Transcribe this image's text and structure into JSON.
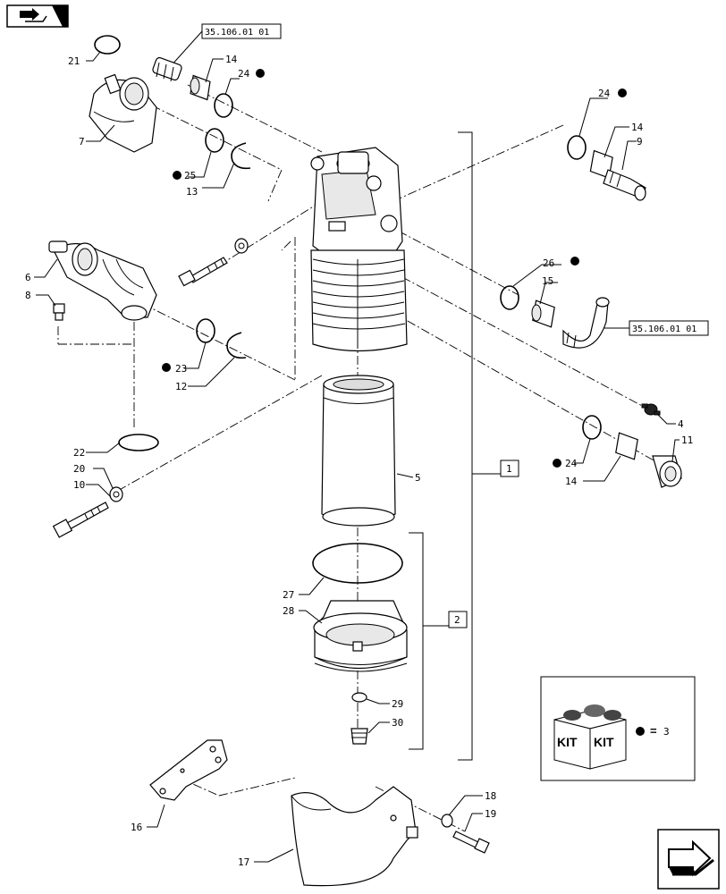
{
  "references": {
    "top_ref": "35.106.01 01",
    "right_ref": "35.106.01 01"
  },
  "kit": {
    "box_text_1": "KIT",
    "box_text_2": "KIT",
    "equals": "=",
    "qty": "3"
  },
  "group_labels": {
    "group_1": "1",
    "group_2": "2"
  },
  "callouts": {
    "c21": "21",
    "c14a": "14",
    "c24a": "24",
    "c7": "7",
    "c25": "25",
    "c13": "13",
    "c24b": "24",
    "c14b": "14",
    "c9": "9",
    "c6": "6",
    "c8": "8",
    "c26": "26",
    "c15": "15",
    "c23": "23",
    "c12": "12",
    "c4": "4",
    "c11": "11",
    "c24c": "24",
    "c14c": "14",
    "c22": "22",
    "c20": "20",
    "c10": "10",
    "c5": "5",
    "c27": "27",
    "c28": "28",
    "c29": "29",
    "c30": "30",
    "c16": "16",
    "c17": "17",
    "c18": "18",
    "c19": "19"
  },
  "icons": {
    "top_left": "book-arrow-icon",
    "bottom_right": "next-page-arrow-icon"
  }
}
